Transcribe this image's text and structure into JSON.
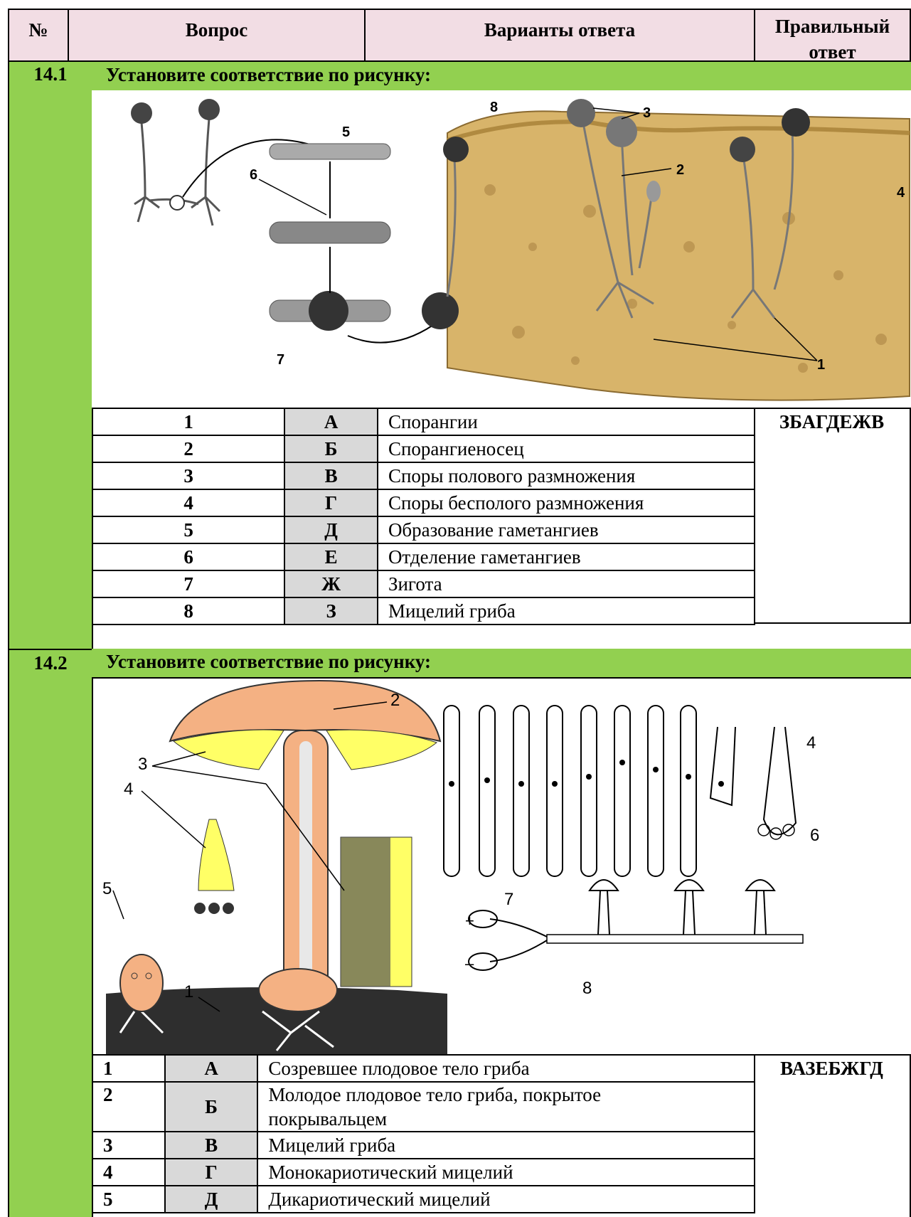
{
  "header": {
    "num": "№",
    "question": "Вопрос",
    "options": "Варианты ответа",
    "answer_line1": "Правильный",
    "answer_line2": "ответ"
  },
  "q1": {
    "number": "14.1",
    "title": "Установите соответствие по рисунку:",
    "figure_labels": [
      "1",
      "2",
      "3",
      "4",
      "5",
      "6",
      "7",
      "8"
    ],
    "rows": [
      {
        "n": "1",
        "letter": "А",
        "text": "Спорангии"
      },
      {
        "n": "2",
        "letter": "Б",
        "text": "Спорангиеносец"
      },
      {
        "n": "3",
        "letter": "В",
        "text": "Споры полового размножения"
      },
      {
        "n": "4",
        "letter": "Г",
        "text": "Споры бесполого размножения"
      },
      {
        "n": "5",
        "letter": "Д",
        "text": "Образование гаметангиев"
      },
      {
        "n": "6",
        "letter": "Е",
        "text": "Отделение гаметангиев"
      },
      {
        "n": "7",
        "letter": "Ж",
        "text": "Зигота"
      },
      {
        "n": "8",
        "letter": "З",
        "text": "Мицелий гриба"
      }
    ],
    "answer": "ЗБАГДЕЖВ"
  },
  "q2": {
    "number": "14.2",
    "title": "Установите соответствие по рисунку:",
    "figure_labels": [
      "1",
      "2",
      "3",
      "4",
      "5",
      "4",
      "6",
      "7",
      "8",
      "+",
      "–"
    ],
    "rows": [
      {
        "n": "1",
        "letter": "А",
        "text": "Созревшее плодовое тело гриба"
      },
      {
        "n": "2",
        "letter": "Б",
        "text": "Молодое плодовое тело гриба, покрытое",
        "text2": "покрывальцем"
      },
      {
        "n": "3",
        "letter": "В",
        "text": "Мицелий гриба"
      },
      {
        "n": "4",
        "letter": "Г",
        "text": "Монокариотический мицелий"
      },
      {
        "n": "5",
        "letter": "Д",
        "text": "Дикариотический мицелий"
      }
    ],
    "answer": "ВАЗЕБЖГД"
  },
  "colors": {
    "header_bg": "#f2dde4",
    "green": "#92d050",
    "letter_bg": "#d9d9d9",
    "mushroom": "#f4b183",
    "gills": "#ffff66",
    "bread": "#d8b46a"
  }
}
